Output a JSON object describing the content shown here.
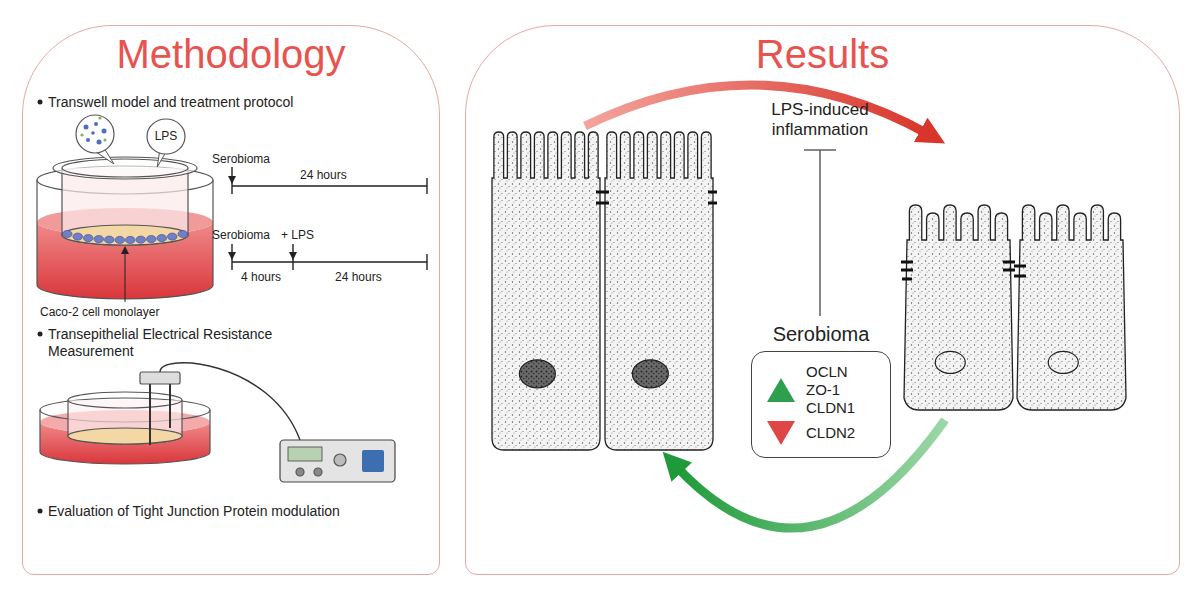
{
  "diagram": {
    "nodes": [
      {
        "text": [
          "Methodology"
        ]
      },
      {
        "text": [
          "LPS"
        ],
        "in": 0
      },
      {
        "text": [
          "Results"
        ]
      },
      {
        "text": [
          "Serobioma",
          "OCLN ZO-1 CLDN1",
          "CLDN2"
        ],
        "in": 2
      }
    ],
    "labels": [
      "Transwell model and treatment protocol",
      "Serobioma",
      "24 hours",
      "Serobioma",
      "+ LPS",
      "4 hours",
      "24 hours",
      "Caco-2 cell monolayer",
      "Transepithelial Electrical Resistance Measurement",
      "Evaluation of Tight Junction Protein modulation",
      "LPS-induced inflammation"
    ]
  }
}
